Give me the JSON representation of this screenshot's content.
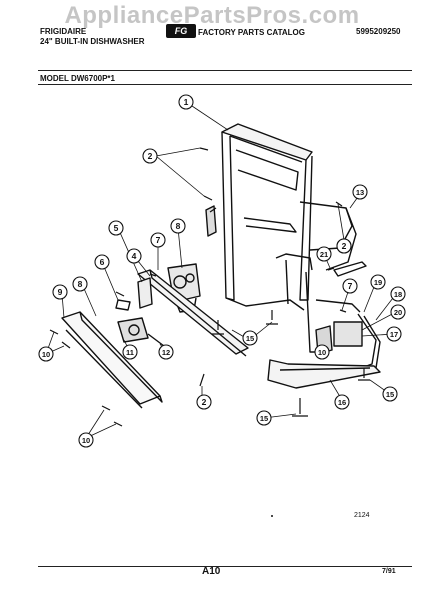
{
  "watermark": "AppliancePartsPros.com",
  "header": {
    "brand": "FRIGIDAIRE",
    "subtitle": "24\" BUILT-IN DISHWASHER",
    "catalog": "FACTORY PARTS CATALOG",
    "catalog_number": "5995209250",
    "logo_text": "FG"
  },
  "model": "MODEL DW6700P*1",
  "callouts": [
    "1",
    "2",
    "2",
    "13",
    "5",
    "8",
    "7",
    "4",
    "2",
    "21",
    "7",
    "19",
    "6",
    "18",
    "20",
    "9",
    "8",
    "15",
    "17",
    "10",
    "10",
    "11",
    "12",
    "15",
    "16",
    "2",
    "15",
    "10"
  ],
  "footer": {
    "figure_code": "2124",
    "page": "A10",
    "date": "7/91"
  },
  "colors": {
    "ink": "#111111",
    "watermark": "#969696"
  }
}
